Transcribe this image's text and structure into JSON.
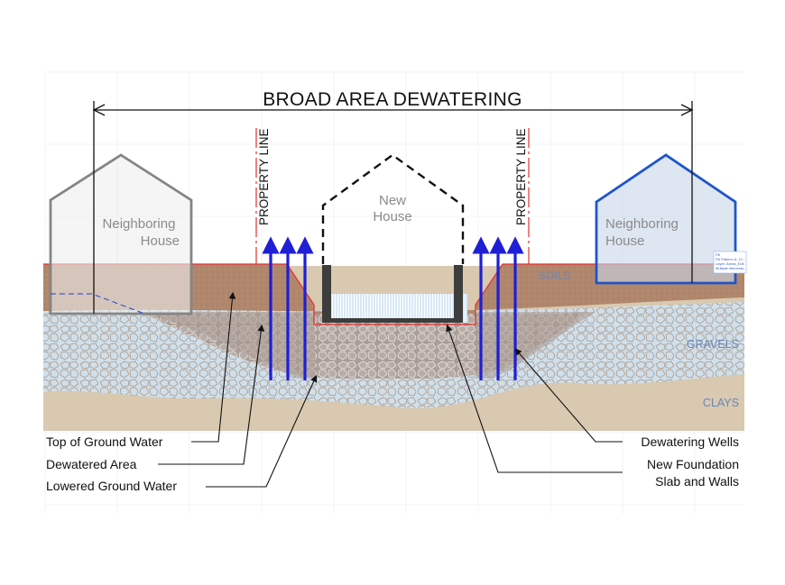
{
  "title": "BROAD AREA DEWATERING",
  "property_line_label": "PROPERTY LINE",
  "houses": {
    "left": {
      "line1": "Neighboring",
      "line2": "House"
    },
    "center": {
      "line1": "New",
      "line2": "House"
    },
    "right": {
      "line1": "Neighboring",
      "line2": "House"
    }
  },
  "layers": {
    "soils": "SOILS",
    "gravels": "GRAVELS",
    "clays": "CLAYS"
  },
  "callouts": {
    "top_of_ground_water": "Top of Ground Water",
    "dewatered_area": "Dewatered Area",
    "lowered_ground_water": "Lowered Ground Water",
    "dewatering_wells": "Dewatering Wells",
    "new_foundation_line1": "New Foundation",
    "new_foundation_line2": "Slab and Walls"
  },
  "selection_tooltip": {
    "lines": [
      "Fill",
      "Fill Pattern-A, 12...",
      "Layer: Areas_Edit",
      "Multiple elements..."
    ]
  },
  "colors": {
    "soil": "#b0876c",
    "gravel": "#cfe0ec",
    "clay": "#d8c9b0",
    "well": "#1f1fd6",
    "property_line": "#e23030",
    "neighbor_right_outline": "#1f55c9",
    "neighbor_left_outline": "#858585"
  }
}
